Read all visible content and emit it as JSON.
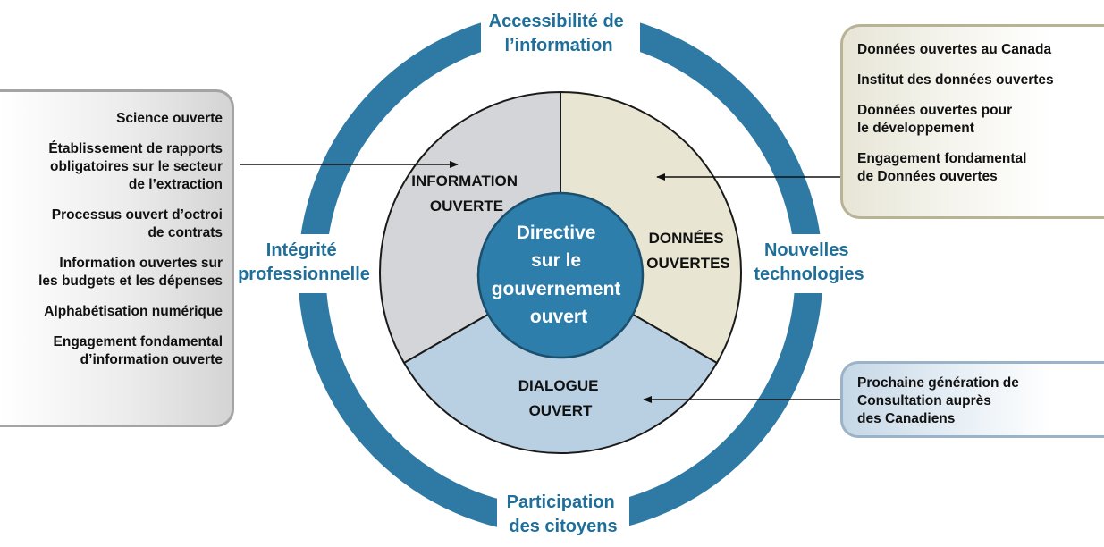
{
  "diagram": {
    "center_label": [
      "Directive",
      "sur le",
      "gouvernement",
      "ouvert"
    ],
    "sectors": {
      "information_ouverte": [
        "INFORMATION",
        "OUVERTE"
      ],
      "donnees_ouvertes": [
        "DONNÉES",
        "OUVERTES"
      ],
      "dialogue_ouvert": [
        "DIALOGUE",
        "OUVERT"
      ]
    },
    "ring_labels": {
      "top": [
        "Accessibilité de",
        "l’information"
      ],
      "left": [
        "Intégrité",
        "professionnelle"
      ],
      "right": [
        "Nouvelles",
        "technologies"
      ],
      "bottom": [
        "Participation",
        "des citoyens"
      ]
    },
    "colors": {
      "ring": "#2f7aa4",
      "center": "#2e7eab",
      "information_ouverte": "#d4d5d9",
      "donnees_ouvertes": "#e8e5d2",
      "dialogue_ouvert": "#b9cfe2",
      "ring_text": "#1f6f9a"
    }
  },
  "left_panel": {
    "items": [
      "Science ouverte",
      "Établissement de rapports\nobligatoires sur le secteur\nde l’extraction",
      "Processus ouvert d’octroi\nde contrats",
      "Information ouvertes sur\nles budgets et les dépenses",
      "Alphabétisation numérique",
      "Engagement fondamental\nd’information ouverte"
    ]
  },
  "right_top_panel": {
    "items": [
      "Données ouvertes au Canada",
      "Institut des données ouvertes",
      "Données ouvertes pour\nle développement",
      "Engagement fondamental\nde Données ouvertes"
    ]
  },
  "right_bottom_panel": {
    "items": [
      "Prochaine génération de\nConsultation auprès\ndes Canadiens"
    ]
  }
}
